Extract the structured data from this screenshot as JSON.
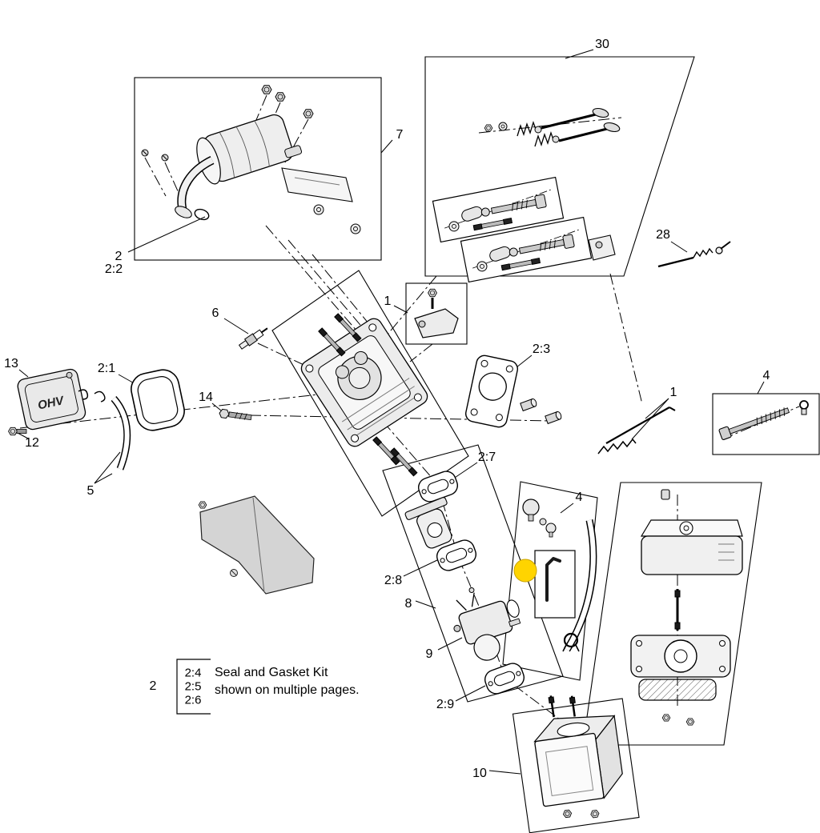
{
  "diagram": {
    "type": "exploded-parts-diagram",
    "background": "#ffffff",
    "line_color": "#000000",
    "highlight_color": "#ffd400",
    "callouts": {
      "c30": "30",
      "c7": "7",
      "c28": "28",
      "c2_muffler": "2",
      "c2_2": "2:2",
      "c1_bracket": "1",
      "c2_3": "2:3",
      "c6": "6",
      "c4_bolt": "4",
      "c1_governor": "1",
      "c13": "13",
      "c2_1": "2:1",
      "c14": "14",
      "c12": "12",
      "c5": "5",
      "c2_7": "2:7",
      "c4_kit": "4",
      "c2_8": "2:8",
      "c8": "8",
      "c9": "9",
      "c2_9": "2:9",
      "c10": "10",
      "c2_note": "2"
    },
    "note": {
      "items": [
        "2:4",
        "2:5",
        "2:6"
      ],
      "line1": "Seal and Gasket Kit",
      "line2": "shown on multiple pages."
    },
    "part_markings": {
      "valve_cover": "OHV"
    }
  }
}
